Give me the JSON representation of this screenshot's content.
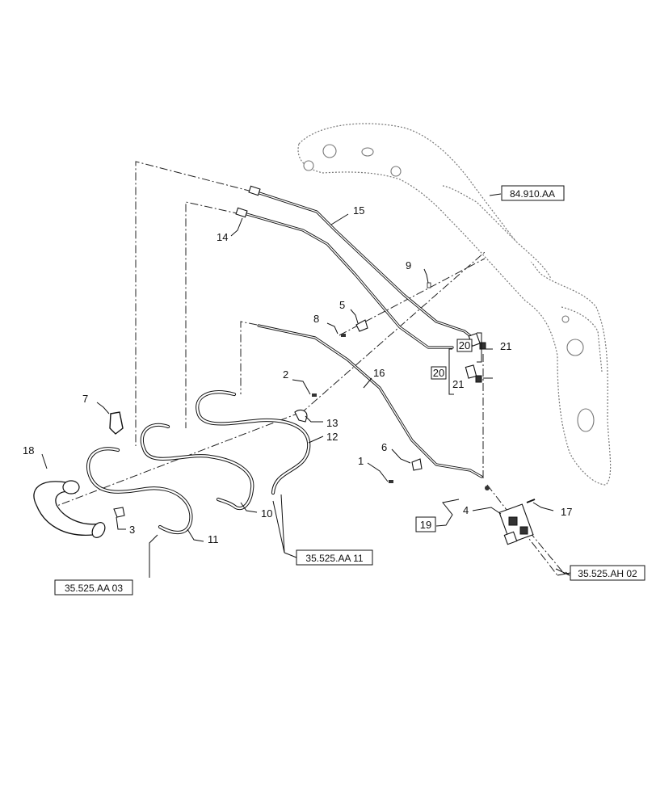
{
  "callouts": {
    "c1": "1",
    "c2": "2",
    "c3": "3",
    "c4": "4",
    "c5": "5",
    "c6": "6",
    "c7": "7",
    "c8": "8",
    "c9": "9",
    "c10": "10",
    "c11": "11",
    "c12": "12",
    "c13": "13",
    "c14": "14",
    "c15": "15",
    "c16": "16",
    "c17": "17",
    "c18": "18",
    "c19": "19",
    "c20a": "20",
    "c20b": "20",
    "c21a": "21",
    "c21b": "21"
  },
  "references": {
    "boom_ref": "84.910.AA",
    "valve_ref": "35.525.AH 02",
    "hose_ref_left": "35.525.AA 03",
    "hose_ref_right": "35.525.AA 11"
  }
}
